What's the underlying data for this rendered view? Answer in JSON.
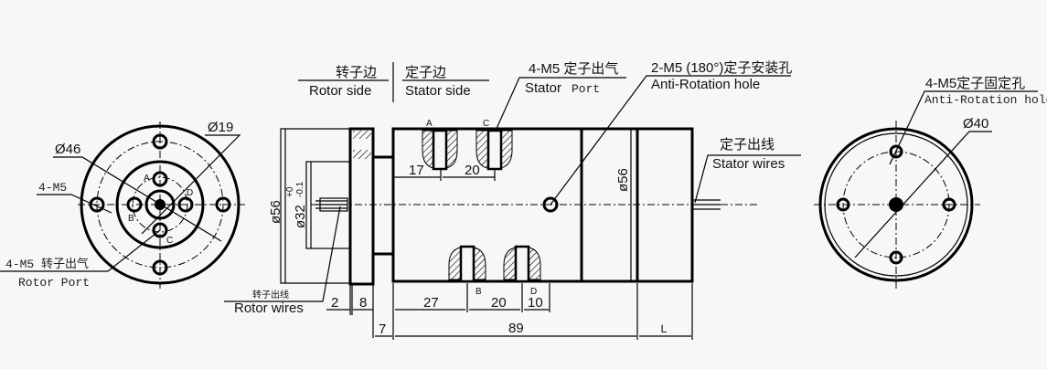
{
  "left_view": {
    "d46": "Ø46",
    "d19": "Ø19",
    "holes_outer": "4-M5",
    "port_cn": "4-M5 转子出气",
    "port_en": "Rotor Port",
    "ports": [
      "A",
      "B",
      "C",
      "D"
    ]
  },
  "side_view": {
    "rotor_side_cn": "转子边",
    "rotor_side_en": "Rotor side",
    "stator_side_cn": "定子边",
    "stator_side_en": "Stator side",
    "stator_port_cn": "4-M5 定子出气",
    "stator_port_en": "Stator",
    "stator_port_en2": "Port",
    "anti_rot_cn": "2-M5 (180°)定子安装孔",
    "anti_rot_en": "Anti-Rotation hole",
    "stator_wires_cn": "定子出线",
    "stator_wires_en": "Stator wires",
    "rotor_wires_cn": "转子出线",
    "rotor_wires_en": "Rotor wires",
    "d56_left": "ø56",
    "d32": "ø32",
    "d32_tol_upper": "+0",
    "d32_tol_lower": "-0.1",
    "d56_right": "ø56",
    "port_top": [
      "A",
      "C"
    ],
    "port_bottom": [
      "B",
      "D"
    ],
    "dims_top": [
      "17",
      "20"
    ],
    "dims_bottom": [
      "2",
      "8",
      "27",
      "20",
      "10"
    ],
    "dims_overall": [
      "7",
      "89",
      "L"
    ]
  },
  "right_view": {
    "holes_cn": "4-M5定子固定孔",
    "holes_en": "Anti-Rotation hole",
    "d40": "Ø40"
  }
}
